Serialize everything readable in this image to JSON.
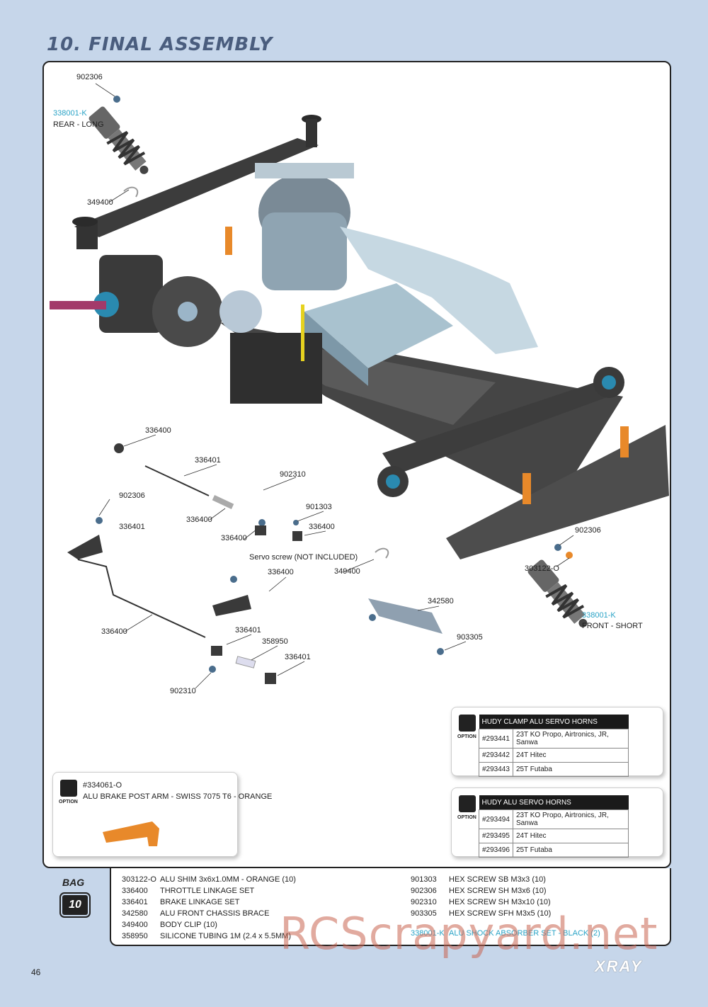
{
  "title": "10. FINAL ASSEMBLY",
  "labels": {
    "l902306a": "902306",
    "l338001k_rear": "338001-K",
    "rear_long": "REAR - LONG",
    "l349400a": "349400",
    "l336400a": "336400",
    "l336401a": "336401",
    "l902310a": "902310",
    "l902306b": "902306",
    "l336401b": "336401",
    "l336400b": "336400",
    "l901303": "901303",
    "l336400c": "336400",
    "l336400d": "336400",
    "servo_screw": "Servo screw (NOT INCLUDED)",
    "l336400e": "336400",
    "l349400b": "349400",
    "l336400f": "336400",
    "l336401c": "336401",
    "l358950": "358950",
    "l336401d": "336401",
    "l902310b": "902310",
    "l342580": "342580",
    "l903305": "903305",
    "l902306c": "902306",
    "l303122o": "303122-O",
    "l338001k_front": "338001-K",
    "front_short": "FRONT - SHORT"
  },
  "option1": {
    "icon_label": "OPTION",
    "header": "HUDY CLAMP ALU SERVO HORNS",
    "rows": [
      {
        "code": "#293441",
        "desc": "23T KO Propo, Airtronics, JR, Sanwa"
      },
      {
        "code": "#293442",
        "desc": "24T Hitec"
      },
      {
        "code": "#293443",
        "desc": "25T Futaba"
      }
    ]
  },
  "option2": {
    "icon_label": "OPTION",
    "header": "HUDY ALU SERVO HORNS",
    "rows": [
      {
        "code": "#293494",
        "desc": "23T KO Propo, Airtronics, JR, Sanwa"
      },
      {
        "code": "#293495",
        "desc": "24T Hitec"
      },
      {
        "code": "#293496",
        "desc": "25T Futaba"
      }
    ]
  },
  "option3": {
    "icon_label": "OPTION",
    "code": "#334061-O",
    "desc": "ALU BRAKE POST ARM - SWISS 7075 T6 - ORANGE"
  },
  "bag": {
    "label": "BAG",
    "number": "10",
    "left": [
      {
        "code": "303122-O",
        "desc": "ALU SHIM 3x6x1.0MM - ORANGE (10)"
      },
      {
        "code": "336400",
        "desc": "THROTTLE LINKAGE SET"
      },
      {
        "code": "336401",
        "desc": "BRAKE LINKAGE SET"
      },
      {
        "code": "342580",
        "desc": "ALU FRONT CHASSIS BRACE"
      },
      {
        "code": "349400",
        "desc": "BODY CLIP (10)"
      },
      {
        "code": "358950",
        "desc": "SILICONE TUBING 1M (2.4 x 5.5MM)"
      }
    ],
    "right": [
      {
        "code": "901303",
        "desc": "HEX SCREW SB M3x3  (10)"
      },
      {
        "code": "902306",
        "desc": "HEX SCREW SH M3x6  (10)"
      },
      {
        "code": "902310",
        "desc": "HEX SCREW SH M3x10  (10)"
      },
      {
        "code": "903305",
        "desc": "HEX SCREW SFH M3x5  (10)"
      },
      {
        "code": "338001-K",
        "desc": "ALU SHOCK ABSORBER SET - BLACK (2)"
      }
    ]
  },
  "watermark": "RCScrapyard.net",
  "page_number": "46",
  "brand": "XRAY",
  "colors": {
    "accent_blue": "#2aa3c6",
    "background": "#c6d6ea",
    "orange": "#e8892a"
  }
}
